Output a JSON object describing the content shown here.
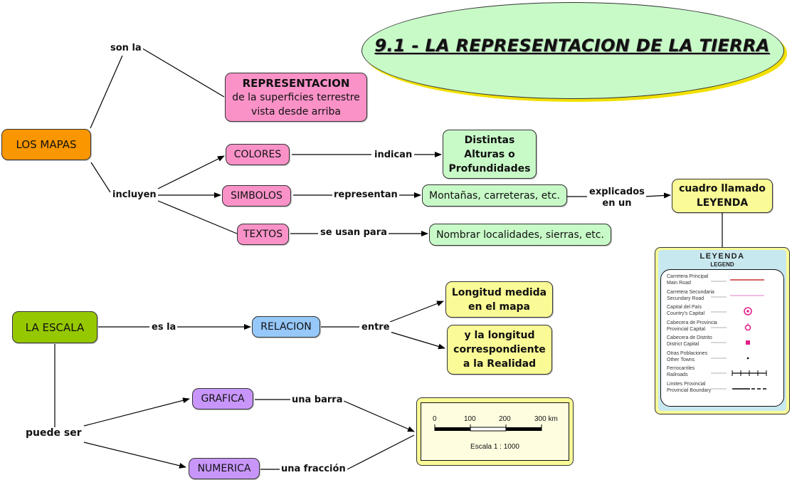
{
  "title": "9.1 - LA REPRESENTACION DE LA TIERRA",
  "colors": {
    "title_fill": "#c8fac8",
    "title_shadow": "#f0e000",
    "concept_pink": "#fa92c8",
    "concept_orange": "#fa9600",
    "concept_green": "#c8fac8",
    "concept_yellow": "#fafa96",
    "concept_lime": "#96c800",
    "concept_blue": "#96c8fa",
    "concept_purple": "#c896fa"
  },
  "concepts": {
    "los_mapas": "LOS MAPAS",
    "representacion_title": "REPRESENTACION",
    "representacion_line1": "de la superficies terrestre",
    "representacion_line2": "vista desde arriba",
    "colores": "COLORES",
    "simbolos": "SIMBOLOS",
    "textos": "TEXTOS",
    "alturas_line1": "Distintas",
    "alturas_line2": "Alturas o",
    "alturas_line3": "Profundidades",
    "montanas": "Montañas, carreteras, etc.",
    "nombrar": "Nombrar localidades, sierras, etc.",
    "leyenda_line1": "cuadro llamado",
    "leyenda_line2": "LEYENDA",
    "la_escala": "LA ESCALA",
    "relacion": "RELACION",
    "longitud_mapa_line1": "Longitud medida",
    "longitud_mapa_line2": "en el mapa",
    "longitud_real_line1": "y la longitud",
    "longitud_real_line2": "correspondiente",
    "longitud_real_line3": "a la Realidad",
    "grafica": "GRAFICA",
    "numerica": "NUMERICA"
  },
  "linking_phrases": {
    "son_la": "son la",
    "incluyen": "incluyen",
    "indican": "indican",
    "representan": "representan",
    "se_usan_para": "se usan para",
    "explicados_line1": "explicados",
    "explicados_line2": "en un",
    "es_la": "es la",
    "entre": "entre",
    "puede_ser": "puede ser",
    "una_barra": "una barra",
    "una_fraccion": "una fracción"
  },
  "legend_image": {
    "title": "LEYENDA",
    "subtitle": "LEGEND",
    "rows": [
      {
        "es": "Carretera  Principal",
        "en": "Main Road",
        "symbol": "red-line"
      },
      {
        "es": "Carretera Secundaria",
        "en": "Secundary Road",
        "symbol": "pink-line"
      },
      {
        "es": "Capital del País",
        "en": "Country's Capital",
        "symbol": "star-circle"
      },
      {
        "es": "Cabecera de Provincia",
        "en": "Provincial Capital",
        "symbol": "open-circle"
      },
      {
        "es": "Cabecera de Distrito",
        "en": "District Capital",
        "symbol": "square"
      },
      {
        "es": "Otras Poblaciones",
        "en": "Other Towns",
        "symbol": "dot"
      },
      {
        "es": "Ferrocarriles",
        "en": "Railroads",
        "symbol": "railroad"
      },
      {
        "es": "Limites Provincial",
        "en": "Provincial Boundary",
        "symbol": "dash-line"
      }
    ]
  },
  "scale_image": {
    "ticks": [
      "0",
      "100",
      "200",
      "300 km"
    ],
    "caption": "Escala  1 : 1000"
  }
}
